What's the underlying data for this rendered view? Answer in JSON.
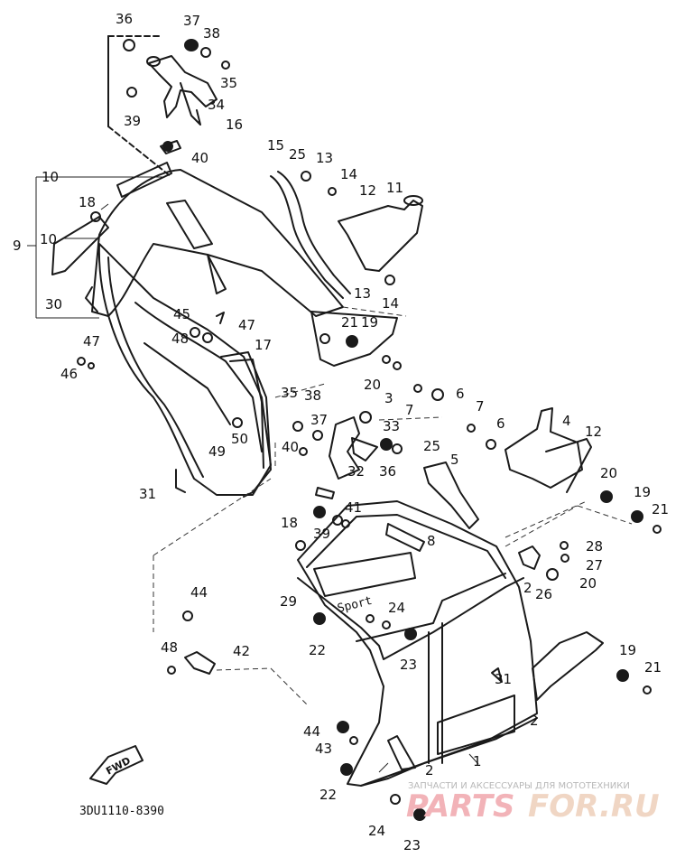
{
  "diagram": {
    "part_code": "3DU1110-8390",
    "forward_arrow_label": "FWD",
    "callout_numbers": [
      "1",
      "2",
      "3",
      "4",
      "5",
      "6",
      "7",
      "8",
      "9",
      "10",
      "11",
      "12",
      "13",
      "14",
      "15",
      "16",
      "17",
      "18",
      "19",
      "20",
      "21",
      "22",
      "23",
      "24",
      "25",
      "26",
      "27",
      "28",
      "29",
      "30",
      "31",
      "32",
      "33",
      "34",
      "35",
      "36",
      "37",
      "38",
      "39",
      "40",
      "41",
      "42",
      "43",
      "44",
      "45",
      "46",
      "47",
      "48",
      "49",
      "50"
    ],
    "callouts": [
      {
        "id": "c36a",
        "n": "36"
      },
      {
        "id": "c37a",
        "n": "37"
      },
      {
        "id": "c38a",
        "n": "38"
      },
      {
        "id": "c35a",
        "n": "35"
      },
      {
        "id": "c34",
        "n": "34"
      },
      {
        "id": "c39a",
        "n": "39"
      },
      {
        "id": "c40a",
        "n": "40"
      },
      {
        "id": "c16",
        "n": "16"
      },
      {
        "id": "c15",
        "n": "15"
      },
      {
        "id": "c25a",
        "n": "25"
      },
      {
        "id": "c13a",
        "n": "13"
      },
      {
        "id": "c14a",
        "n": "14"
      },
      {
        "id": "c12a",
        "n": "12"
      },
      {
        "id": "c11",
        "n": "11"
      },
      {
        "id": "c10a",
        "n": "10"
      },
      {
        "id": "c10b",
        "n": "10"
      },
      {
        "id": "c18a",
        "n": "18"
      },
      {
        "id": "c9",
        "n": "9"
      },
      {
        "id": "c30",
        "n": "30"
      },
      {
        "id": "c13b",
        "n": "13"
      },
      {
        "id": "c14b",
        "n": "14"
      },
      {
        "id": "c21a",
        "n": "21"
      },
      {
        "id": "c19a",
        "n": "19"
      },
      {
        "id": "c45",
        "n": "45"
      },
      {
        "id": "c48a",
        "n": "48"
      },
      {
        "id": "c47a",
        "n": "47"
      },
      {
        "id": "c47b",
        "n": "47"
      },
      {
        "id": "c46",
        "n": "46"
      },
      {
        "id": "c17",
        "n": "17"
      },
      {
        "id": "c20a",
        "n": "20"
      },
      {
        "id": "c3",
        "n": "3"
      },
      {
        "id": "c6a",
        "n": "6"
      },
      {
        "id": "c7a",
        "n": "7"
      },
      {
        "id": "c7b",
        "n": "7"
      },
      {
        "id": "c35b",
        "n": "35"
      },
      {
        "id": "c38b",
        "n": "38"
      },
      {
        "id": "c37b",
        "n": "37"
      },
      {
        "id": "c33",
        "n": "33"
      },
      {
        "id": "c6b",
        "n": "6"
      },
      {
        "id": "c4",
        "n": "4"
      },
      {
        "id": "c12b",
        "n": "12"
      },
      {
        "id": "c40b",
        "n": "40"
      },
      {
        "id": "c50",
        "n": "50"
      },
      {
        "id": "c49",
        "n": "49"
      },
      {
        "id": "c25b",
        "n": "25"
      },
      {
        "id": "c32",
        "n": "32"
      },
      {
        "id": "c36b",
        "n": "36"
      },
      {
        "id": "c5",
        "n": "5"
      },
      {
        "id": "c20b",
        "n": "20"
      },
      {
        "id": "c19b",
        "n": "19"
      },
      {
        "id": "c21b",
        "n": "21"
      },
      {
        "id": "c31a",
        "n": "31"
      },
      {
        "id": "c41",
        "n": "41"
      },
      {
        "id": "c39b",
        "n": "39"
      },
      {
        "id": "c18b",
        "n": "18"
      },
      {
        "id": "c8",
        "n": "8"
      },
      {
        "id": "c28",
        "n": "28"
      },
      {
        "id": "c27",
        "n": "27"
      },
      {
        "id": "c26",
        "n": "26"
      },
      {
        "id": "c20c",
        "n": "20"
      },
      {
        "id": "c44a",
        "n": "44"
      },
      {
        "id": "c29",
        "n": "29"
      },
      {
        "id": "c24a",
        "n": "24"
      },
      {
        "id": "c22a",
        "n": "22"
      },
      {
        "id": "c23a",
        "n": "23"
      },
      {
        "id": "c48b",
        "n": "48"
      },
      {
        "id": "c42",
        "n": "42"
      },
      {
        "id": "c19c",
        "n": "19"
      },
      {
        "id": "c21c",
        "n": "21"
      },
      {
        "id": "c31b",
        "n": "31"
      },
      {
        "id": "c2a",
        "n": "2"
      },
      {
        "id": "c2b",
        "n": "2"
      },
      {
        "id": "c2c",
        "n": "2"
      },
      {
        "id": "c1",
        "n": "1"
      },
      {
        "id": "c44b",
        "n": "44"
      },
      {
        "id": "c43",
        "n": "43"
      },
      {
        "id": "c22b",
        "n": "22"
      },
      {
        "id": "c24b",
        "n": "24"
      },
      {
        "id": "c23b",
        "n": "23"
      }
    ],
    "decal_text": "Sport"
  },
  "watermark": {
    "caption": "ЗАПЧАСТИ И АКСЕССУАРЫ ДЛЯ МОТОТЕХНИКИ",
    "logo_left": "PARTS",
    "logo_right": "FOR.RU",
    "colors": {
      "left": "#f2b3b8",
      "right": "#f0d6c4"
    }
  }
}
